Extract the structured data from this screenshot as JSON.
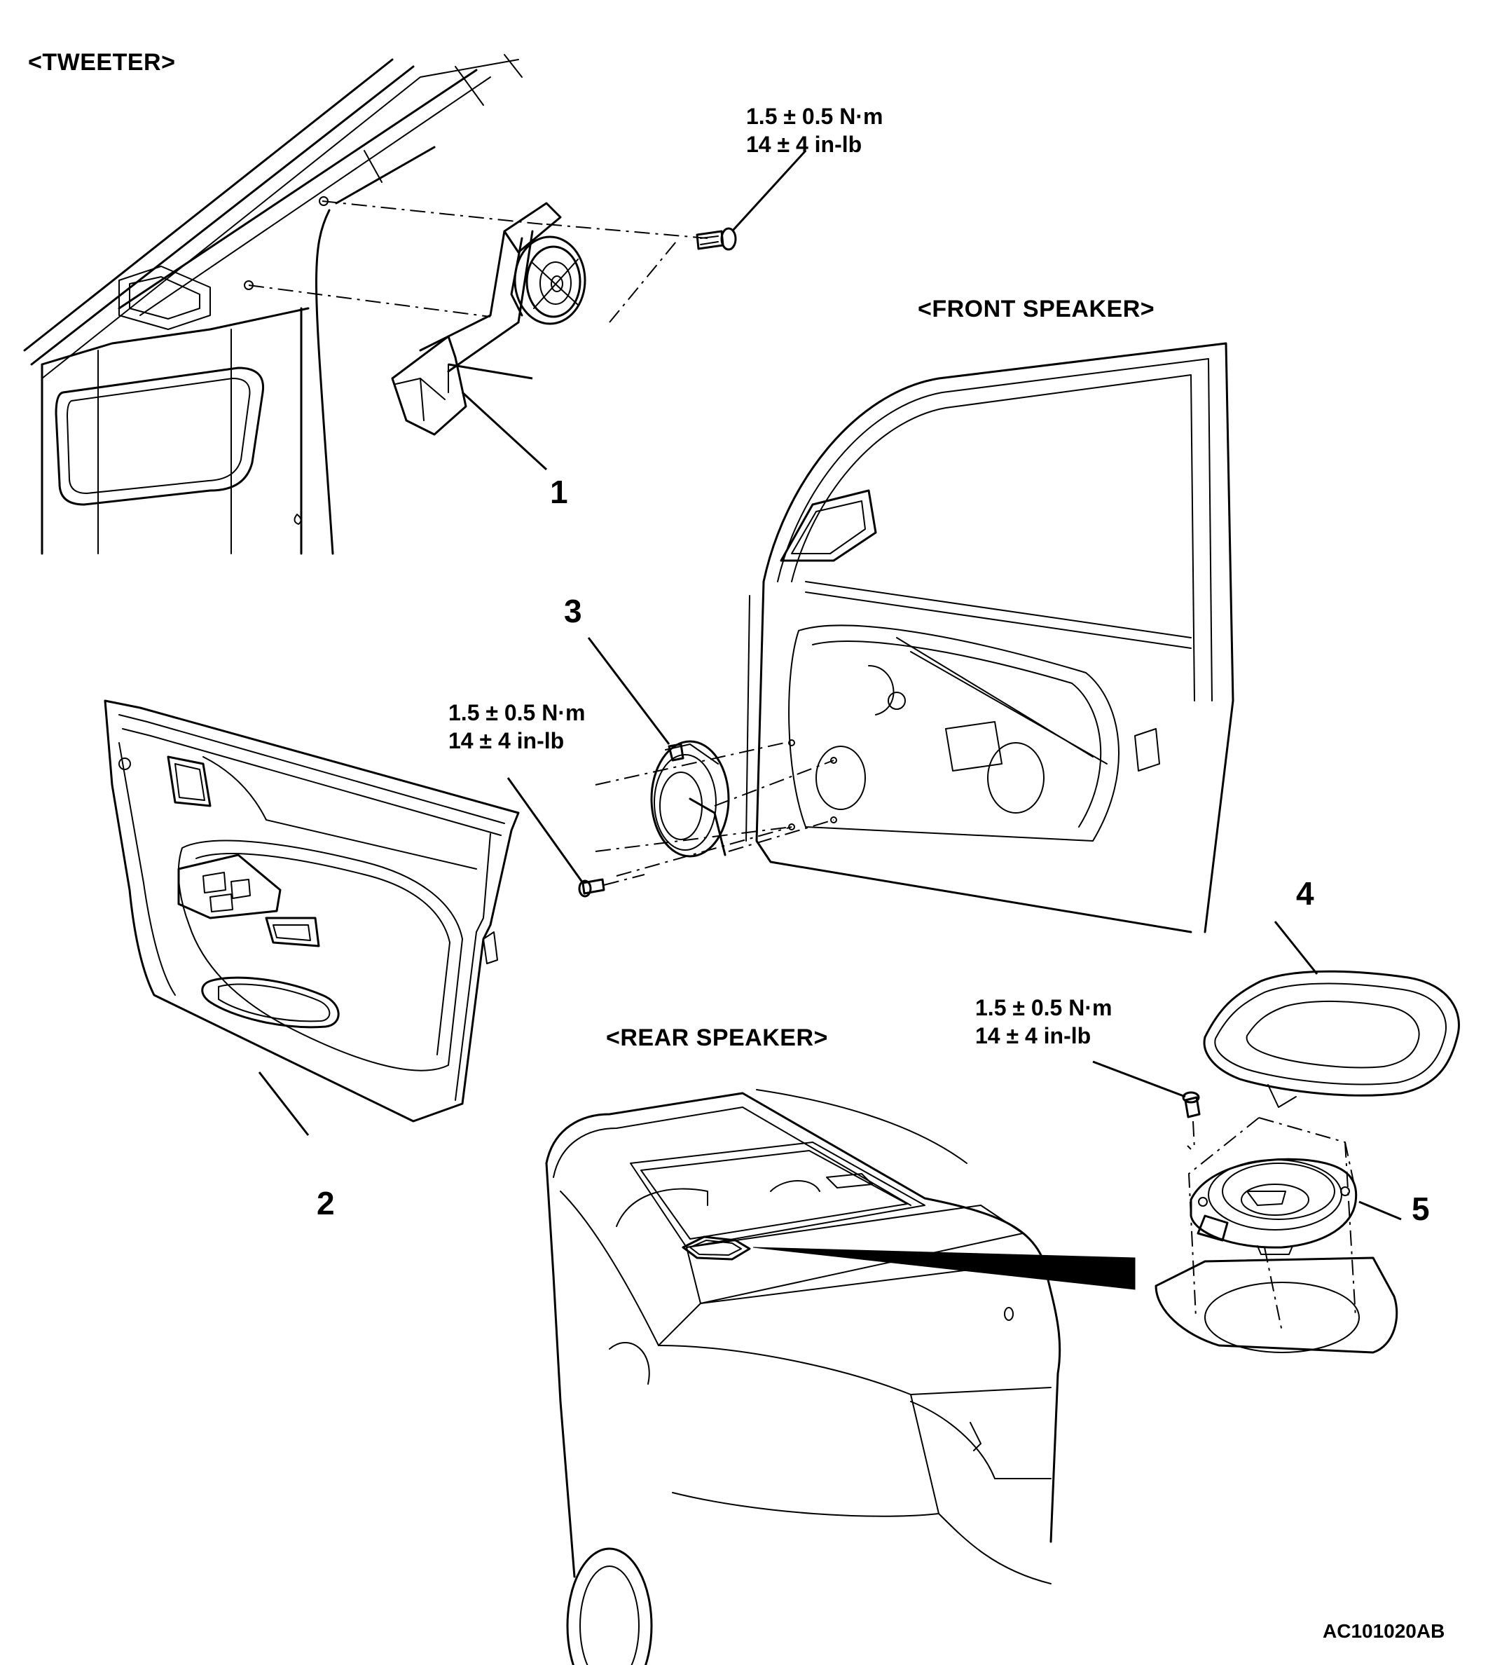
{
  "sections": {
    "tweeter": "<TWEETER>",
    "front_speaker": "<FRONT SPEAKER>",
    "rear_speaker": "<REAR SPEAKER>"
  },
  "torque_specs": [
    {
      "metric": "1.5 ± 0.5 N·m",
      "imperial": "14 ± 4 in-lb"
    },
    {
      "metric": "1.5 ± 0.5 N·m",
      "imperial": "14 ± 4 in-lb"
    },
    {
      "metric": "1.5 ± 0.5 N·m",
      "imperial": "14 ± 4 in-lb"
    }
  ],
  "callouts": [
    "1",
    "2",
    "3",
    "4",
    "5"
  ],
  "figure_code": "AC101020AB"
}
